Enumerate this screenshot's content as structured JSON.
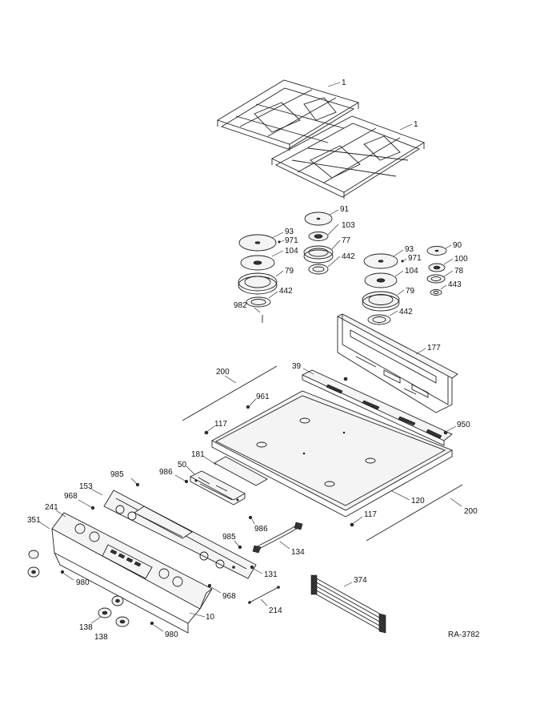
{
  "diagram_id": "RA-3782",
  "callouts": {
    "grate_left": "1",
    "grate_right": "1",
    "cap_91": "91",
    "head_103": "103",
    "ring_77": "77",
    "seal_442_center": "442",
    "cap_93_left": "93",
    "screw_971_left": "971",
    "head_104_left": "104",
    "ring_79_left": "79",
    "seal_442_left": "442",
    "screw_982": "982",
    "cap_93_right": "93",
    "screw_971_right": "971",
    "head_104_right": "104",
    "ring_79_right": "79",
    "seal_442_right": "442",
    "cap_90": "90",
    "head_100": "100",
    "ring_78": "78",
    "seal_443": "443",
    "panel_177": "177",
    "trim_39": "39",
    "rod_200_left": "200",
    "screw_961": "961",
    "screw_117_top": "117",
    "screw_950": "950",
    "cooktop_120": "120",
    "screw_117_bottom": "117",
    "rod_200_right": "200",
    "overlay_181": "181",
    "board_50": "50",
    "screw_986_left": "986",
    "screw_986_right": "986",
    "screw_985_top": "985",
    "bracket_153": "153",
    "panel_968_top": "968",
    "console_241": "241",
    "knob_351": "351",
    "screw_985_mid": "985",
    "harness_134": "134",
    "screw_131": "131",
    "screw_980_mid": "980",
    "panel_968_bottom": "968",
    "rod_214": "214",
    "console_10": "10",
    "knob_138_a": "138",
    "knob_138_b": "138",
    "screw_980_bottom": "980",
    "harness_374": "374"
  }
}
